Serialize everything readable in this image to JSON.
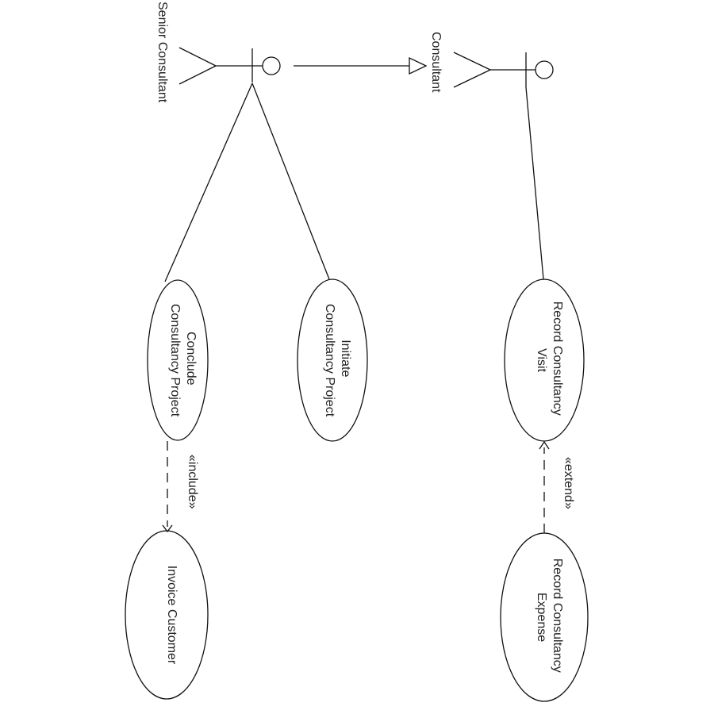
{
  "actors": {
    "senior_consultant": "Senior Consultant",
    "consultant": "Consultant"
  },
  "use_cases": {
    "conclude": [
      "Conclude",
      "Consultancy Project"
    ],
    "initiate": [
      "Initiate",
      "Consultancy Project"
    ],
    "invoice": [
      "Invoice Customer"
    ],
    "record_visit": [
      "Record Consultancy",
      "Visit"
    ],
    "record_expense": [
      "Record Consultancy",
      "Expense"
    ]
  },
  "relations": {
    "include": "«include»",
    "extend": "«extend»"
  }
}
